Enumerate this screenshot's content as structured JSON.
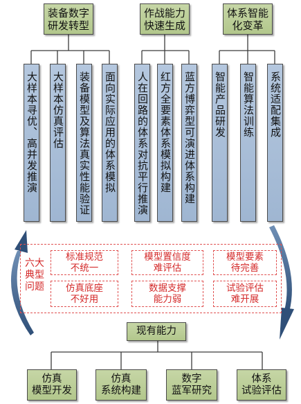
{
  "top_headers": [
    {
      "label": "装备数字\n研发转型"
    },
    {
      "label": "作战能力\n快速生成"
    },
    {
      "label": "体系智能\n化变革"
    }
  ],
  "columns": [
    {
      "label": "大样本寻优、高并发推演"
    },
    {
      "label": "大样本仿真评估"
    },
    {
      "label": "装备模型及算法真实性能验证"
    },
    {
      "label": "面向实际应用的体系模拟"
    },
    {
      "label": "人在回路的体系对抗平行推演"
    },
    {
      "label": "红方全要素体系模拟构建"
    },
    {
      "label": "蓝方博弈型可演进体系构建"
    },
    {
      "label": "智能产品研发"
    },
    {
      "label": "智能算法训练"
    },
    {
      "label": "系统适配集成"
    }
  ],
  "six_problems": {
    "title": "六大\n典型\n问题",
    "items": [
      "标准规范\n不统一",
      "模型置信度\n难评估",
      "模型要素\n待完善",
      "仿真底座\n不好用",
      "数据支撑\n能力弱",
      "试验评估\n难开展"
    ]
  },
  "current_capability": {
    "label": "现有能力"
  },
  "bottom_boxes": [
    {
      "label": "仿真\n模型开发"
    },
    {
      "label": "仿真\n系统构建"
    },
    {
      "label": "数字\n蓝军研究"
    },
    {
      "label": "体系\n试验评估"
    }
  ],
  "colors": {
    "green": "#b9cc95",
    "blue": "#a8bdd8",
    "problem_red": "#d42a2a",
    "arc": "#4b6f96"
  }
}
